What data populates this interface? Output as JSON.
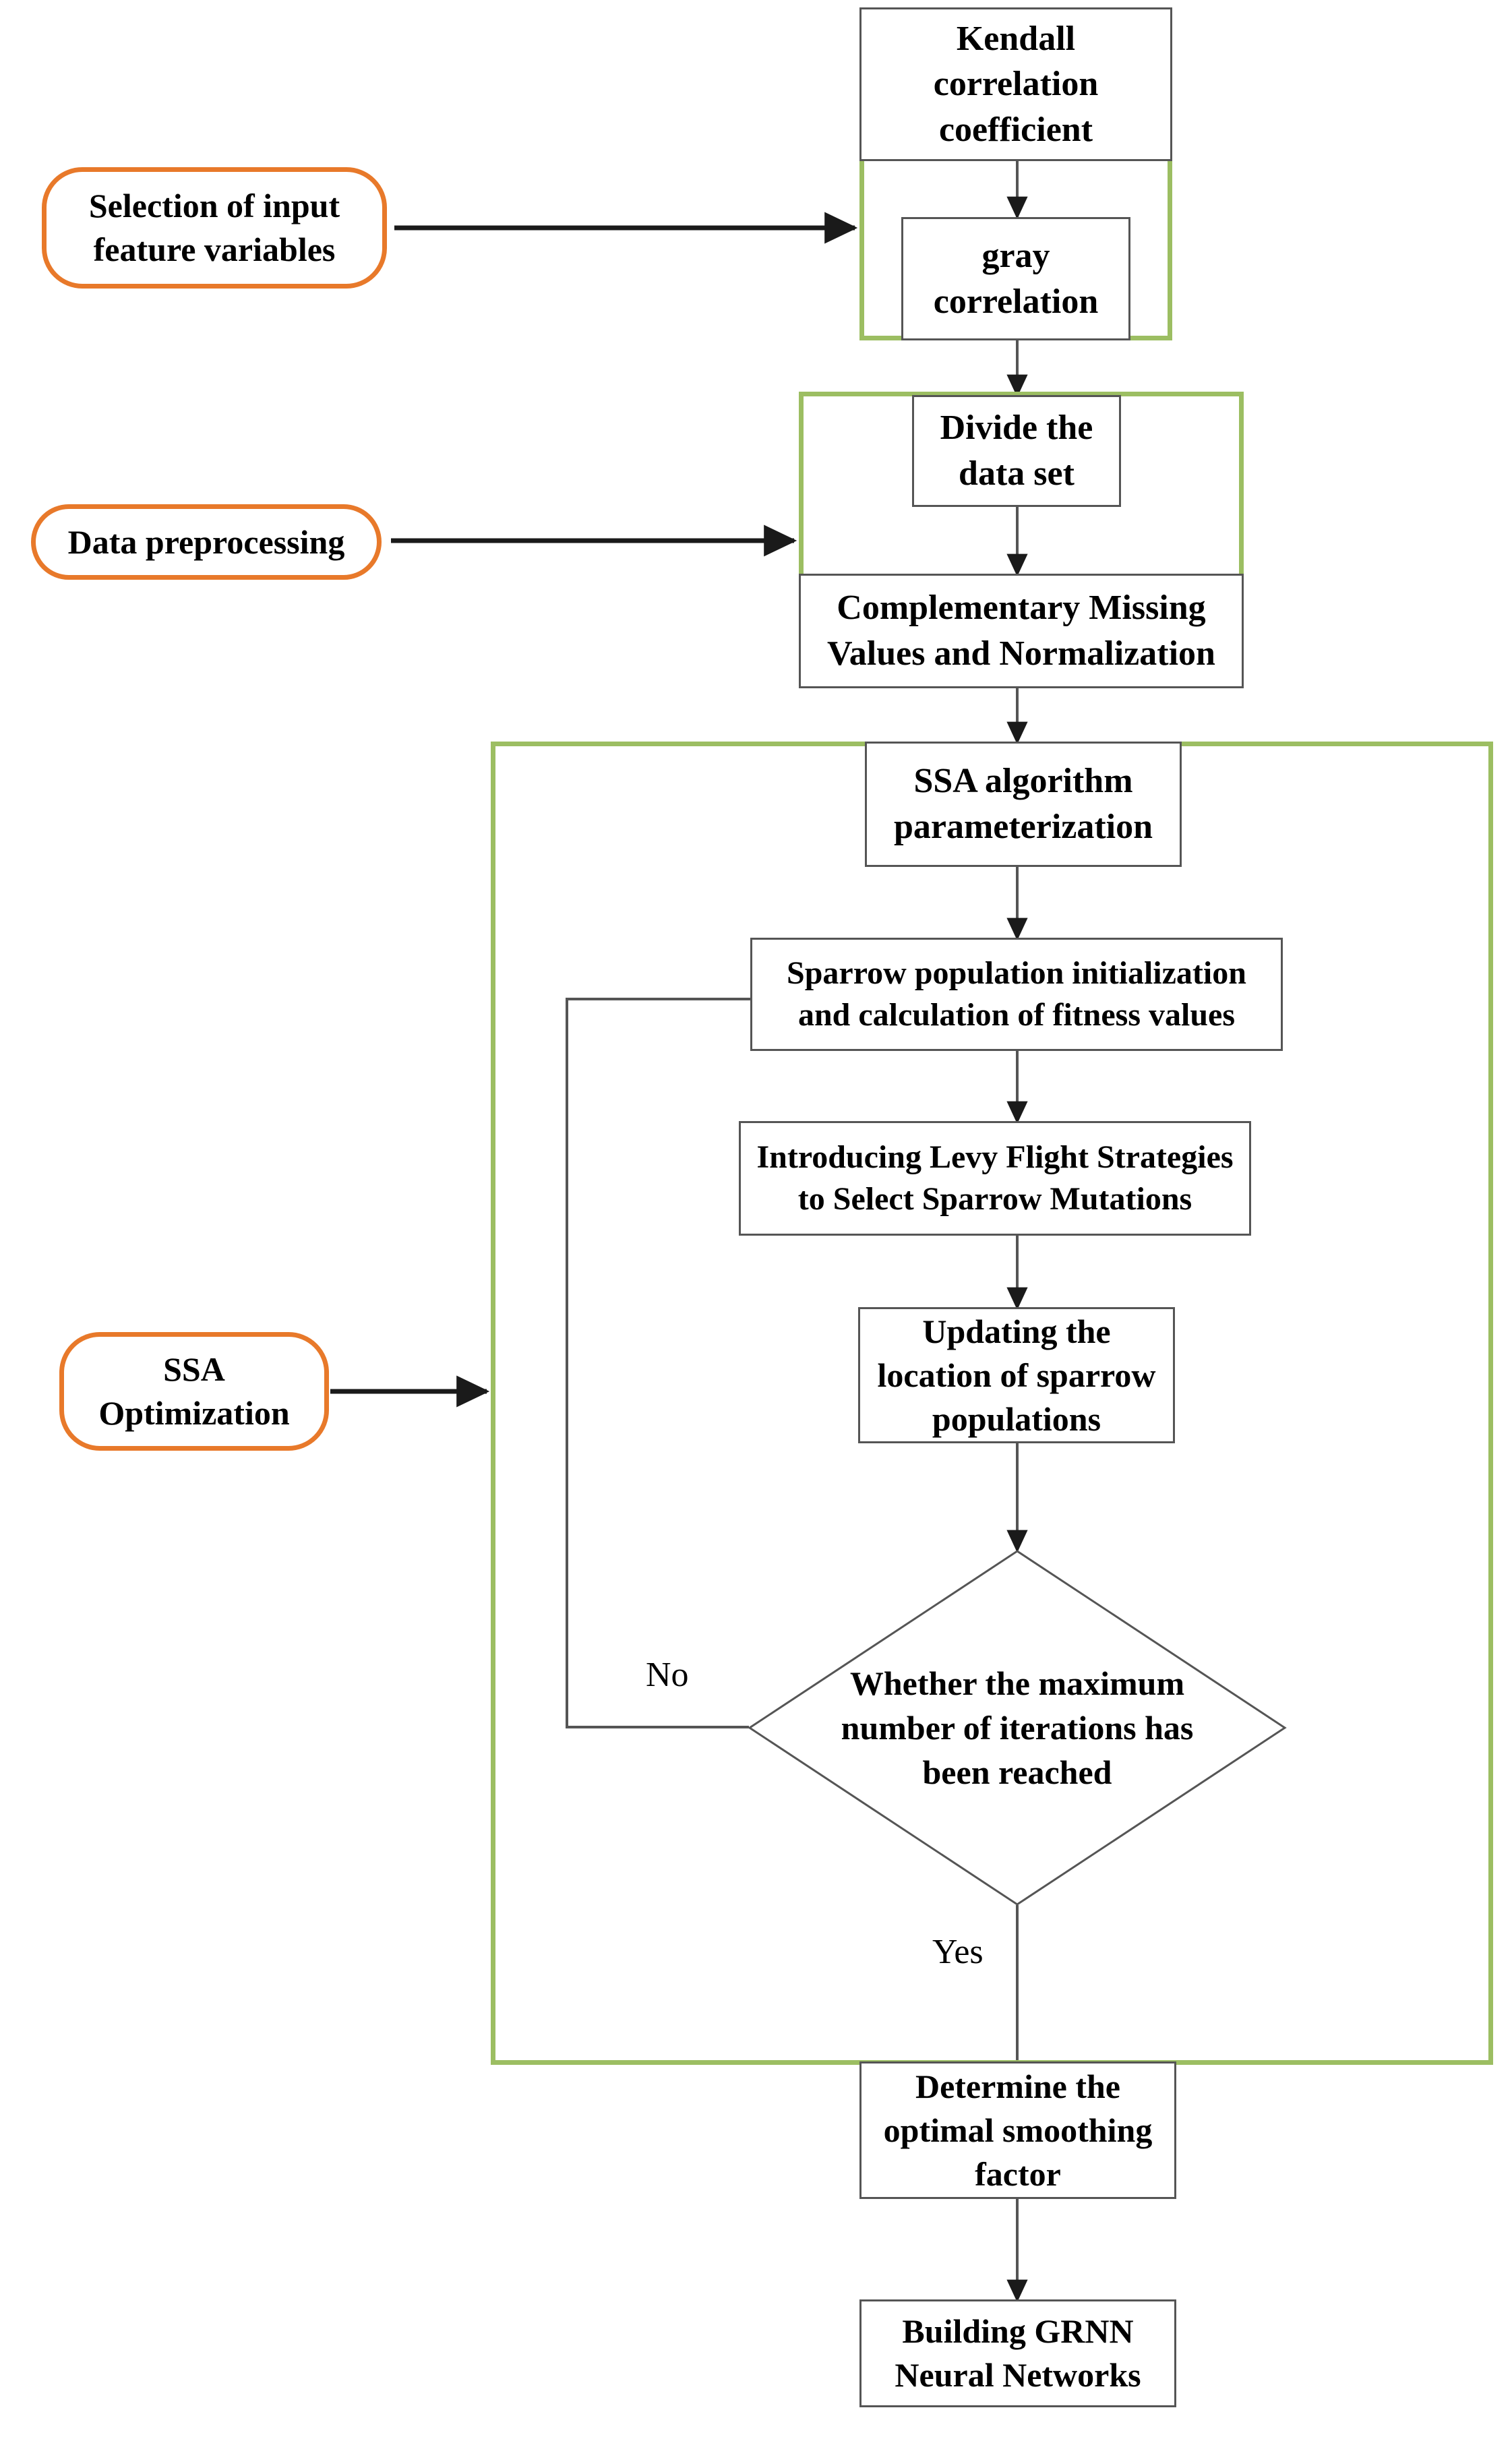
{
  "diagram": {
    "title": "SSA-GRNN modelling workflow flowchart",
    "colors": {
      "group_border": "#9CBE62",
      "stage_border": "#E8792A",
      "node_border": "#555555",
      "connector": "#333333",
      "background": "#FFFFFF"
    }
  },
  "stages": [
    {
      "id": "stage-input-selection",
      "label": "Selection of input\nfeature variables"
    },
    {
      "id": "stage-data-preprocessing",
      "label": "Data preprocessing"
    },
    {
      "id": "stage-ssa-optimization",
      "label": "SSA\nOptimization"
    }
  ],
  "groups": [
    {
      "id": "group-feature-selection",
      "name": "feature-selection-group"
    },
    {
      "id": "group-data-preprocessing",
      "name": "data-preprocessing-group"
    },
    {
      "id": "group-ssa-optimization",
      "name": "ssa-optimization-group"
    }
  ],
  "nodes": [
    {
      "id": "node-kendall",
      "label": "Kendall\ncorrelation\ncoefficient"
    },
    {
      "id": "node-gray-correlation",
      "label": "gray\ncorrelation"
    },
    {
      "id": "node-divide-dataset",
      "label": "Divide the\ndata set"
    },
    {
      "id": "node-complementary-missing",
      "label": "Complementary Missing\nValues and Normalization"
    },
    {
      "id": "node-ssa-parameterization",
      "label": "SSA algorithm\nparameterization"
    },
    {
      "id": "node-sparrow-init",
      "label": "Sparrow population initialization\nand calculation of fitness values"
    },
    {
      "id": "node-levy-flight",
      "label": "Introducing Levy Flight Strategies\nto Select Sparrow Mutations"
    },
    {
      "id": "node-update-location",
      "label": "Updating the\nlocation of sparrow\npopulations"
    },
    {
      "id": "node-determine-smoothing",
      "label": "Determine the\noptimal smoothing\nfactor"
    },
    {
      "id": "node-build-grnn",
      "label": "Building GRNN\nNeural Networks"
    }
  ],
  "decision": {
    "id": "decision-max-iterations",
    "label": "Whether the maximum\nnumber of iterations has\nbeen reached"
  },
  "edge_labels": {
    "no": "No",
    "yes": "Yes"
  }
}
